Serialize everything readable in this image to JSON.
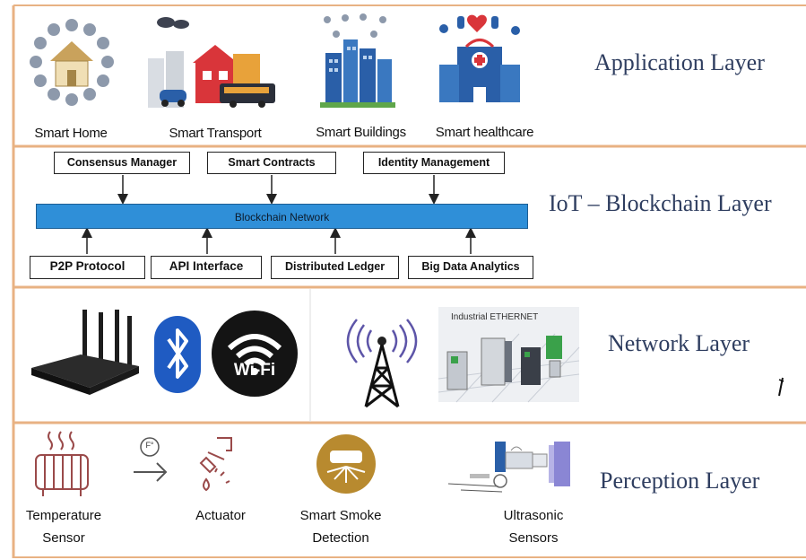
{
  "layers": {
    "application": {
      "title": "Application Layer",
      "items": [
        "Smart Home",
        "Smart Transport",
        "Smart Buildings",
        "Smart healthcare"
      ]
    },
    "blockchain": {
      "title": "IoT – Blockchain Layer",
      "top_boxes": [
        "Consensus Manager",
        "Smart Contracts",
        "Identity Management"
      ],
      "network_label": "Blockchain Network",
      "bottom_boxes": [
        "P2P Protocol",
        "API Interface",
        "Distributed Ledger",
        "Big Data Analytics"
      ]
    },
    "network": {
      "title": "Network Layer",
      "wifi_label": "Wi-Fi",
      "ethernet_label": "Industrial ETHERNET"
    },
    "perception": {
      "title": "Perception Layer",
      "items": [
        {
          "line1": "Temperature",
          "line2": "Sensor"
        },
        {
          "line1": "Actuator",
          "line2": ""
        },
        {
          "line1": "Smart Smoke",
          "line2": "Detection"
        },
        {
          "line1": "Ultrasonic",
          "line2": "Sensors"
        }
      ],
      "fahrenheit": "F°"
    }
  },
  "colors": {
    "layer_border": "#e8b283",
    "title_text": "#2f3e60",
    "blockchain_network": "#2f8fd8",
    "icon_blue": "#2a5fa8",
    "icon_red": "#d9353a",
    "icon_orange": "#e8a23a"
  }
}
